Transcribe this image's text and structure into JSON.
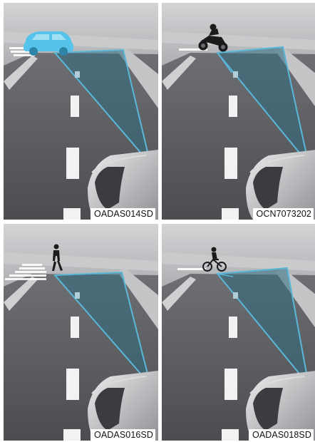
{
  "figures": [
    {
      "code": "OADAS014SD",
      "object": "car-icon"
    },
    {
      "code": "OCN7073202",
      "object": "motorcycle-icon"
    },
    {
      "code": "OADAS016SD",
      "object": "pedestrian-icon"
    },
    {
      "code": "OADAS018SD",
      "object": "bicycle-icon"
    }
  ],
  "colors": {
    "road": "#55575c",
    "sky": "#bfc0c2",
    "sensor_zone": "#5ab7d8",
    "highlight": "#56c3ea"
  }
}
